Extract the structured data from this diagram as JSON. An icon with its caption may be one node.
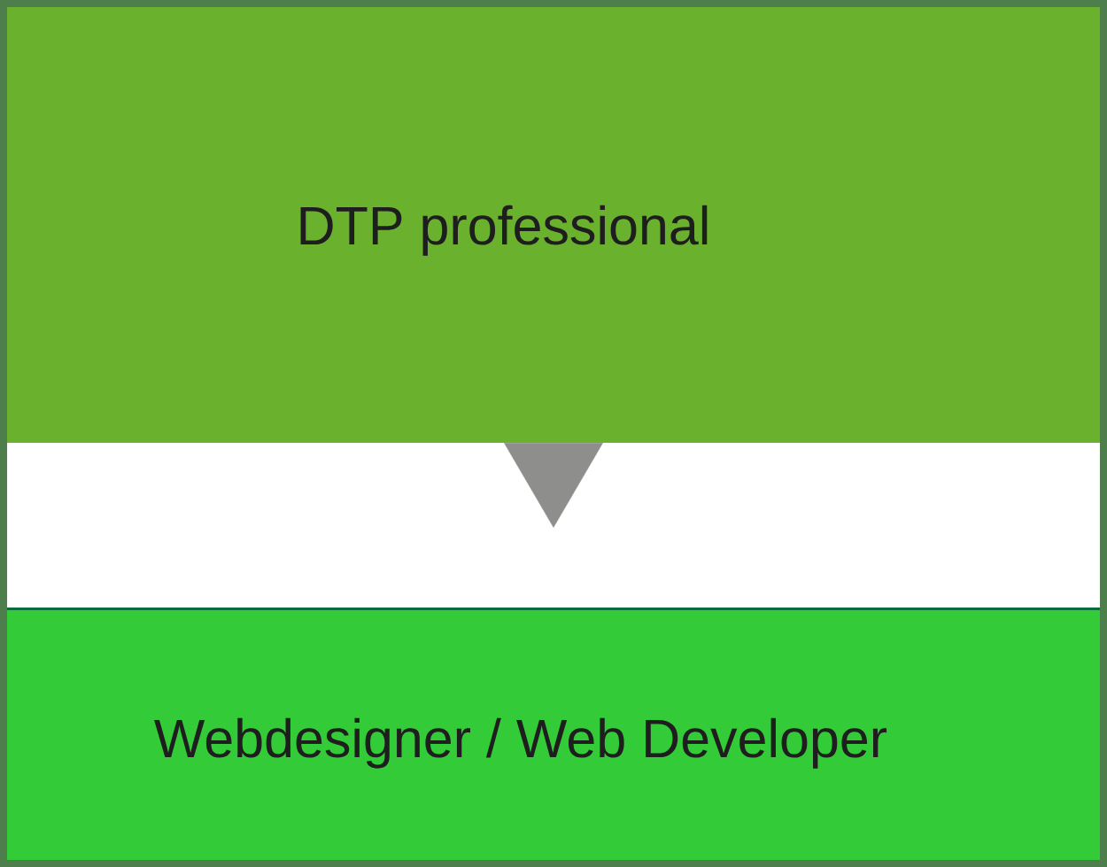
{
  "diagram": {
    "nodes": [
      {
        "text": [
          "DTP professional"
        ]
      },
      {
        "text": [
          "Webdesigner / Web Developer"
        ]
      }
    ],
    "edges": [
      {
        "from": 0,
        "to": 1,
        "arrow": "to"
      }
    ]
  }
}
